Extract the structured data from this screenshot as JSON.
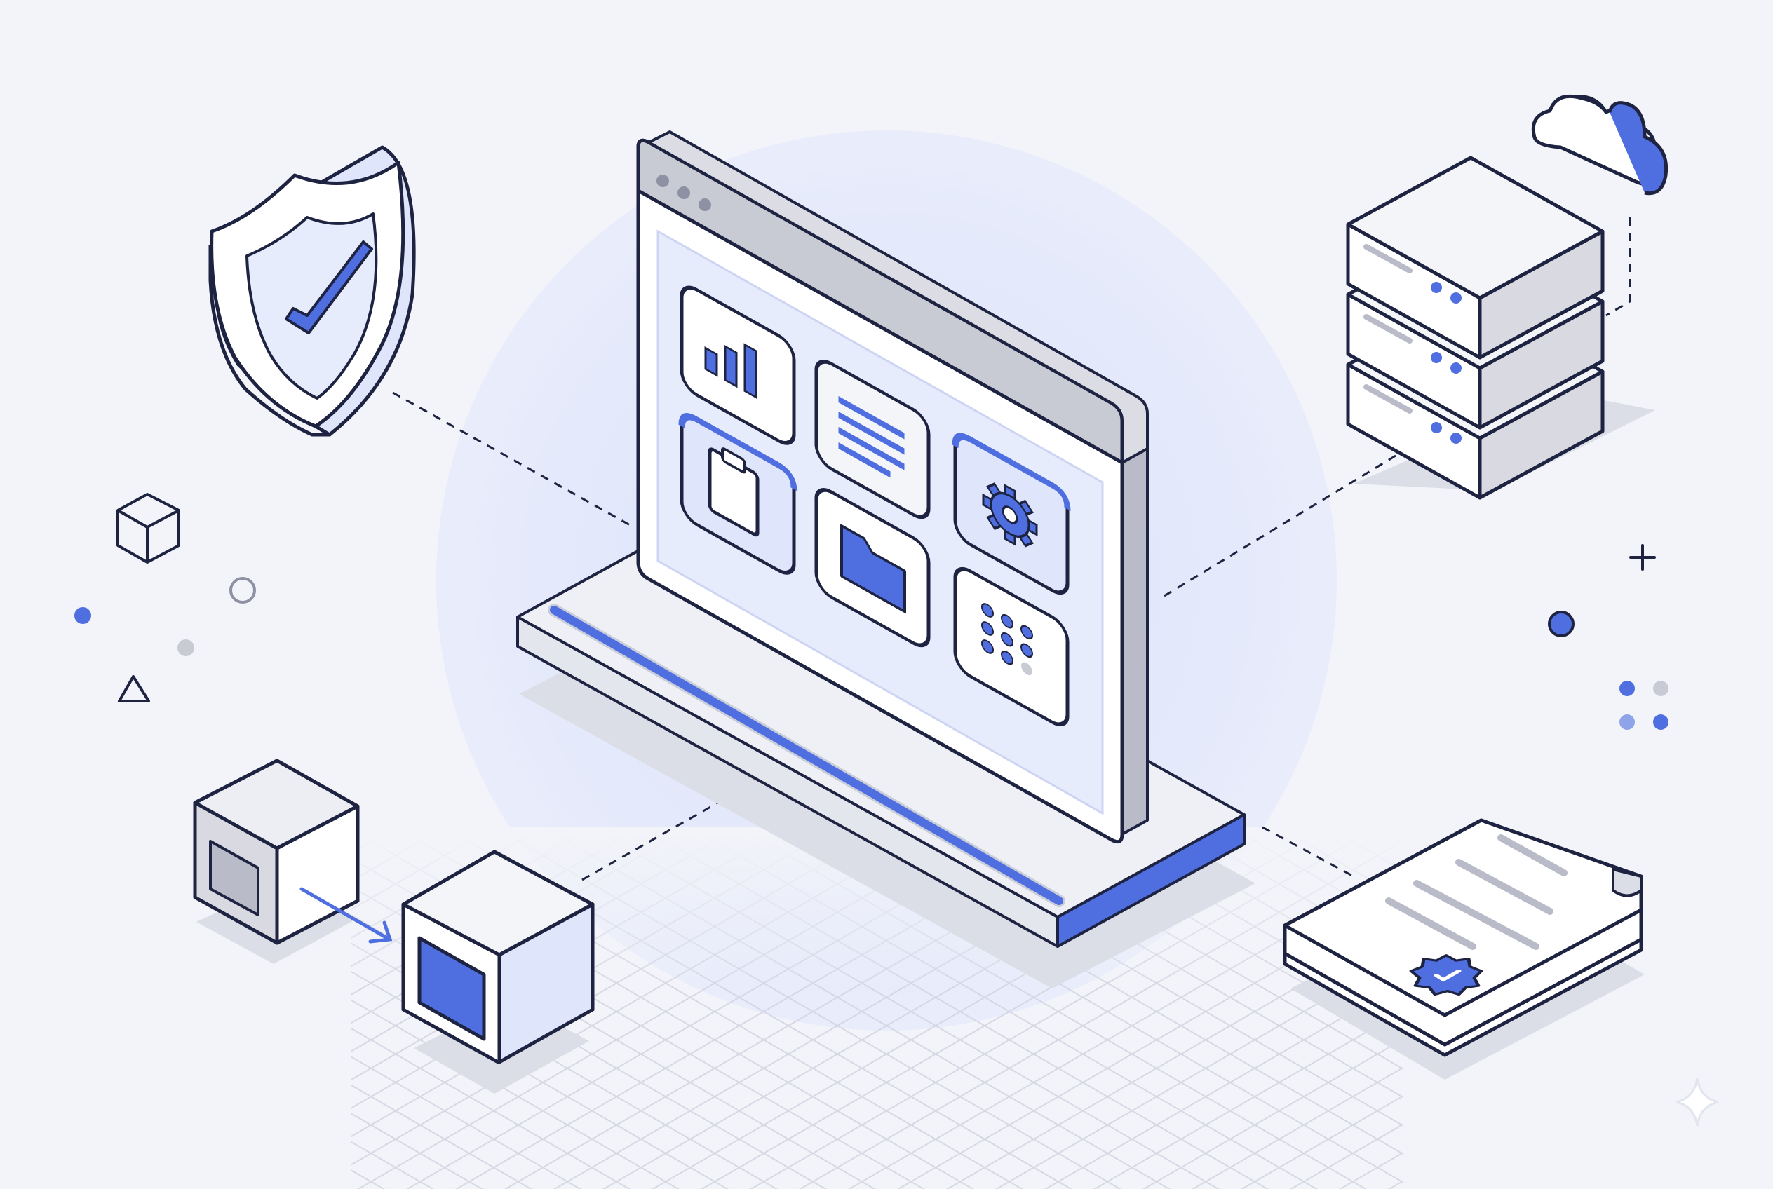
{
  "scene": {
    "accent": "#4f6ee0",
    "accent_light": "#dfe6fb",
    "outline": "#1d2340",
    "panel_white": "#ffffff",
    "panel_gray": "#d9dae1",
    "glow": "#e4e9fb",
    "background": "#f3f4f9"
  },
  "browser": {
    "window_dots": [
      "dot",
      "dot",
      "dot"
    ],
    "app_tiles": [
      {
        "icon": "bar-chart-icon"
      },
      {
        "icon": "document-lines-icon"
      },
      {
        "icon": "clipboard-icon"
      },
      {
        "icon": "folder-icon"
      },
      {
        "icon": "gear-icon"
      },
      {
        "icon": "keypad-dots-icon"
      }
    ],
    "progress": 1.0
  },
  "satellites": [
    {
      "icon": "shield-check-icon"
    },
    {
      "icon": "server-stack-icon"
    },
    {
      "icon": "cloud-icon"
    },
    {
      "icon": "verified-document-icon"
    },
    {
      "icon": "cube-transfer-icon"
    }
  ],
  "decorations": [
    "small-cube-icon",
    "ring-icon",
    "triangle-icon",
    "plus-icon",
    "dot-grid-icon",
    "sparkle-icon"
  ]
}
